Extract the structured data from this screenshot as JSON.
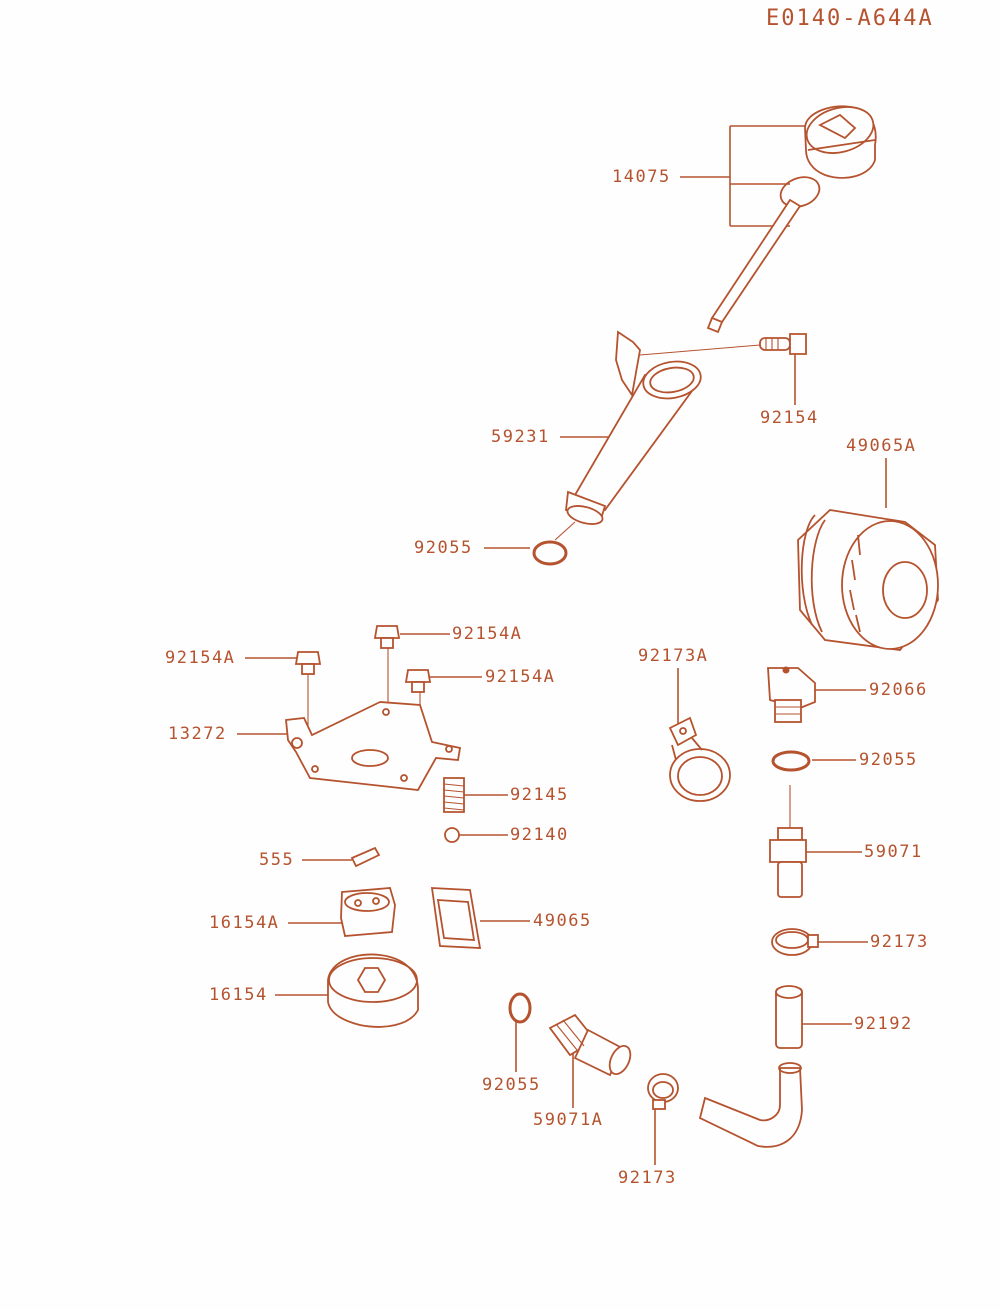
{
  "diagram": {
    "reference_code": "E0140-A644A",
    "accent_color": "#b5532f",
    "part_labels": {
      "p14075": "14075",
      "p92154": "92154",
      "p59231": "59231",
      "p49065A": "49065A",
      "p92055_top": "92055",
      "p92154A_1": "92154A",
      "p92154A_2": "92154A",
      "p92154A_3": "92154A",
      "p13272": "13272",
      "p92173A": "92173A",
      "p92066": "92066",
      "p92145": "92145",
      "p92055_mid": "92055",
      "p92140": "92140",
      "p555": "555",
      "p59071": "59071",
      "p16154A": "16154A",
      "p49065": "49065",
      "p92173_right": "92173",
      "p16154": "16154",
      "p92192": "92192",
      "p92055_bottom": "92055",
      "p59071A": "59071A",
      "p92173_bottom": "92173"
    }
  }
}
